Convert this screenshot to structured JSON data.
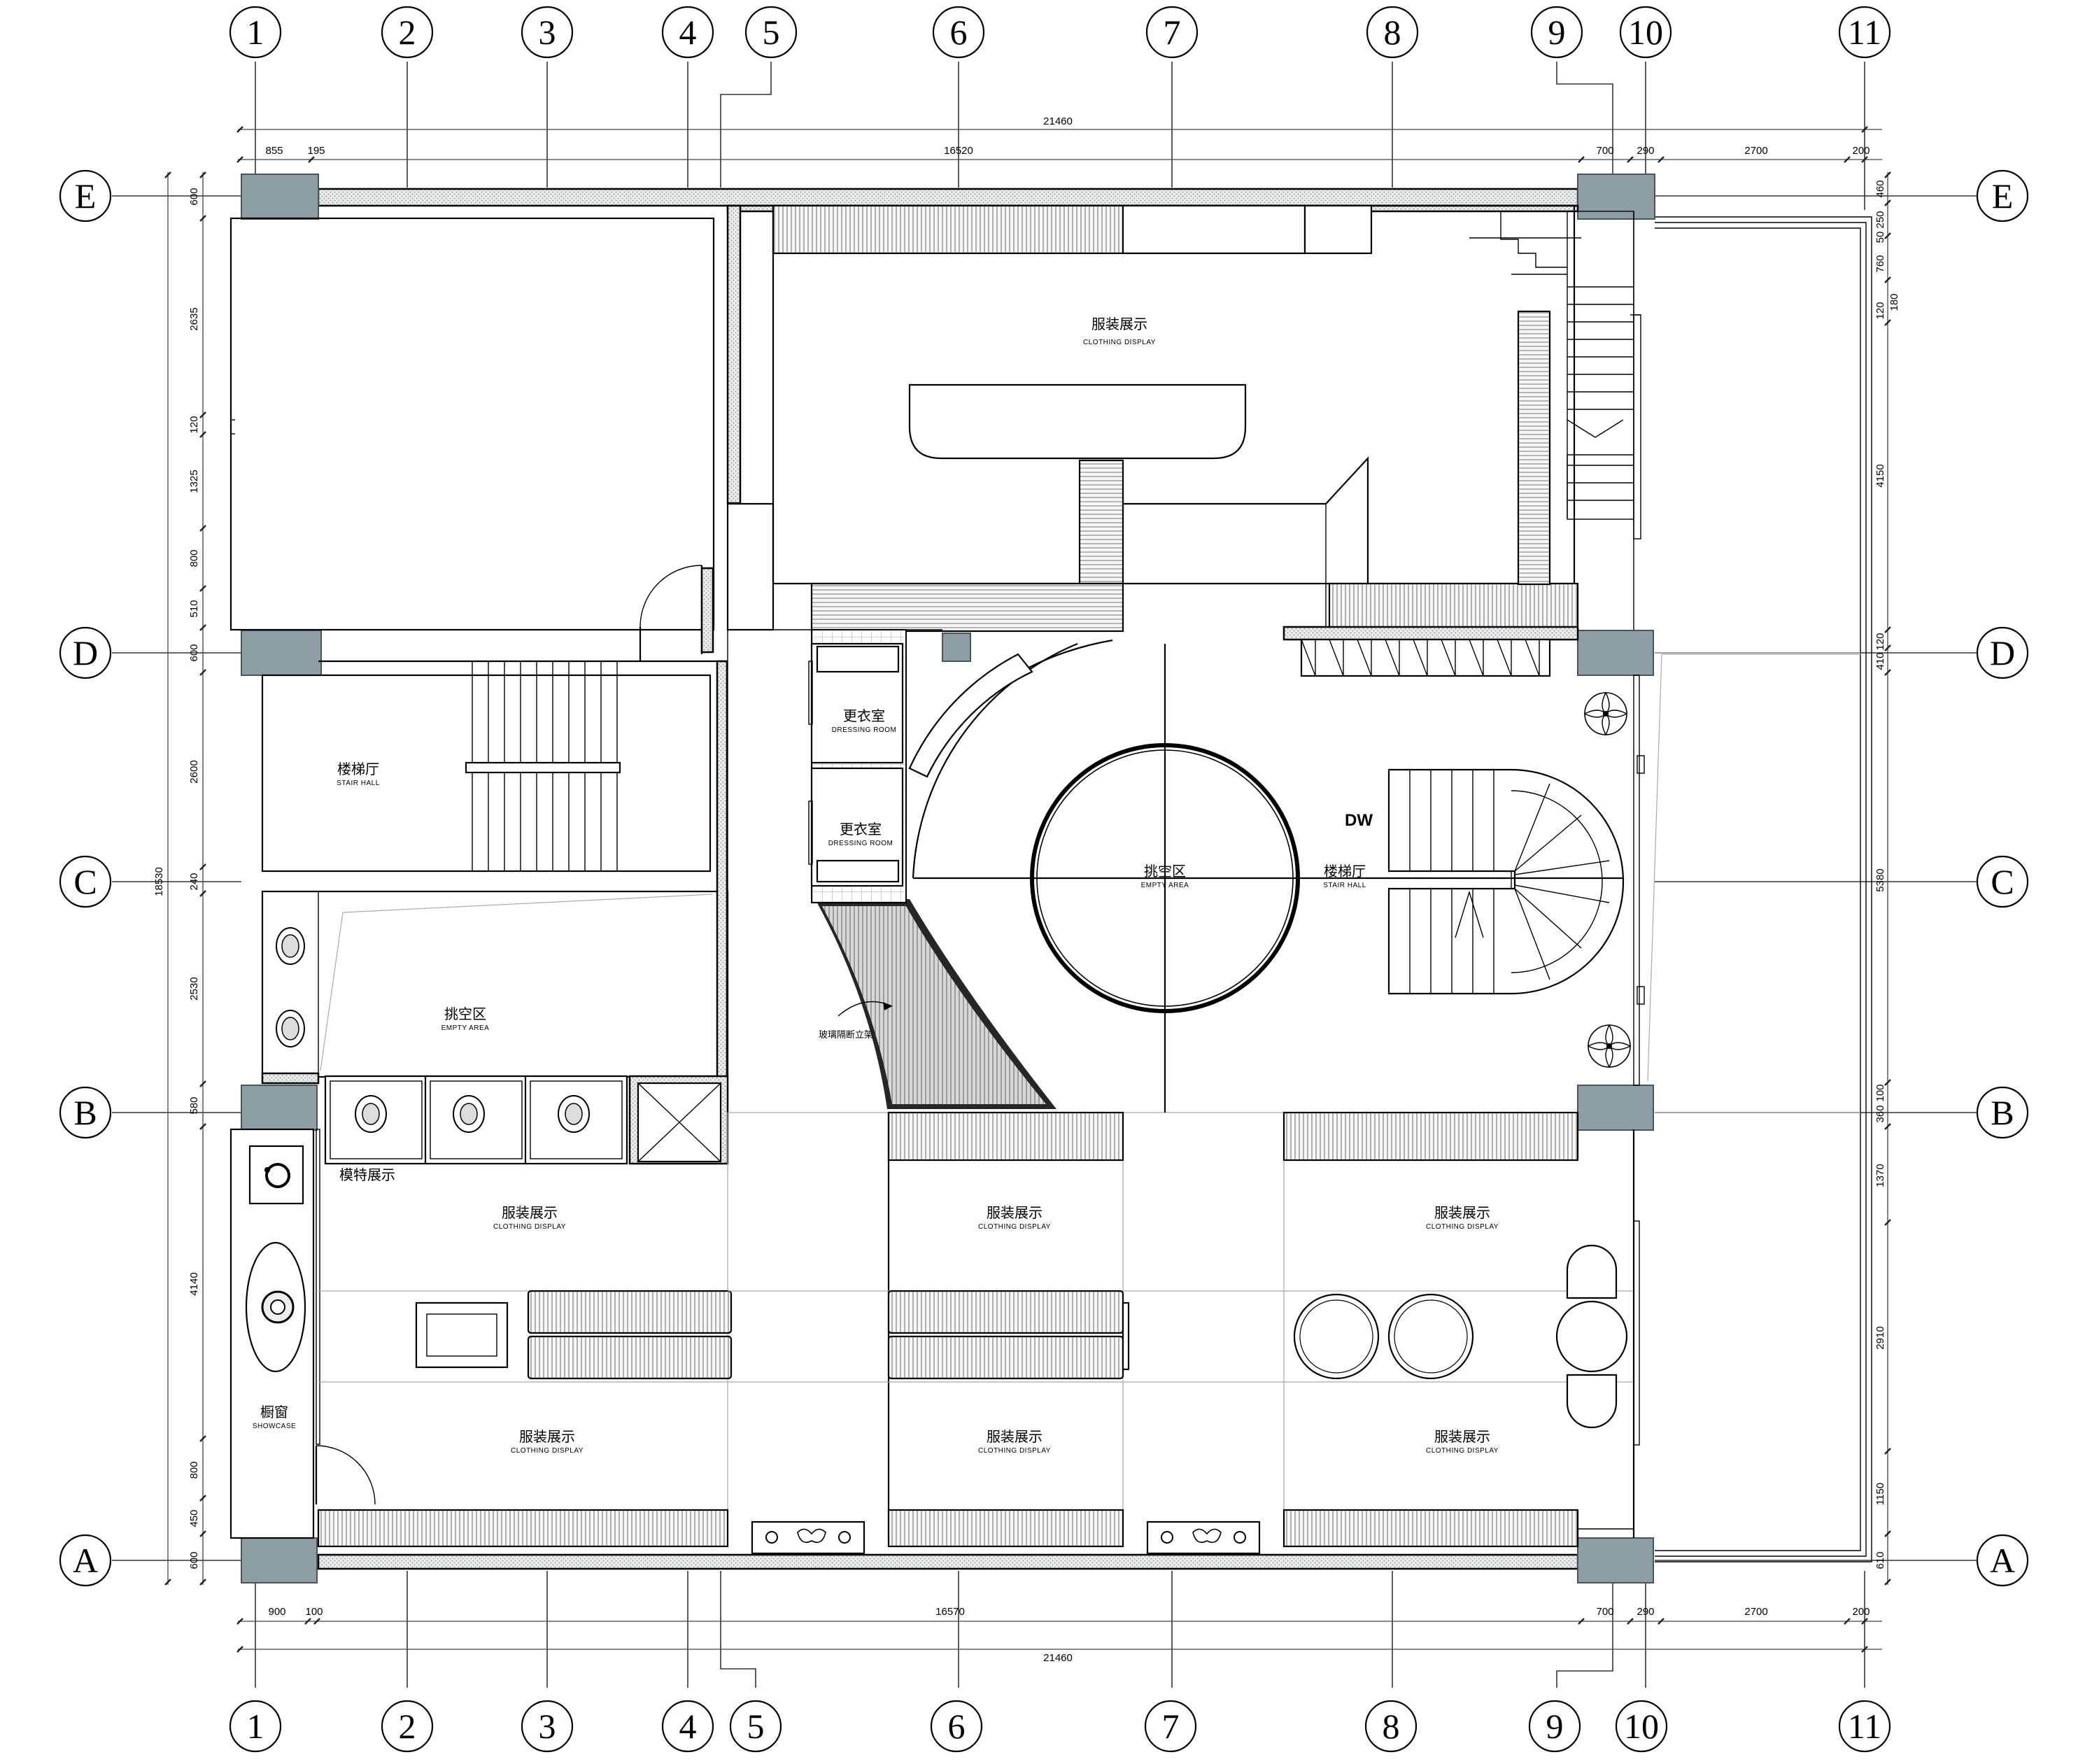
{
  "grid": {
    "columns": [
      "1",
      "2",
      "3",
      "4",
      "5",
      "6",
      "7",
      "8",
      "9",
      "10",
      "11"
    ],
    "rows": [
      "E",
      "D",
      "C",
      "B",
      "A"
    ]
  },
  "dimensions": {
    "top_total": "21460",
    "top_segments": [
      "855",
      "195",
      "16520",
      "700",
      "290",
      "2700",
      "200"
    ],
    "bottom_total": "21460",
    "bottom_segments": [
      "900",
      "100",
      "16570",
      "700",
      "290",
      "2700",
      "200"
    ],
    "left_total": "18530",
    "left_segments": [
      "600",
      "2635",
      "120",
      "1325",
      "800",
      "510",
      "600",
      "2600",
      "240",
      "2530",
      "580",
      "4140",
      "800",
      "450",
      "600"
    ],
    "right_segments": [
      "460",
      "250",
      "50",
      "760",
      "120",
      "180",
      "4150",
      "120",
      "410",
      "5380",
      "100",
      "360",
      "1370",
      "2910",
      "1150",
      "610"
    ]
  },
  "rooms": {
    "clothing_display_cn": "服装展示",
    "clothing_display_en": "CLOTHING DISPLAY",
    "dressing_room_cn": "更衣室",
    "dressing_room_en": "DRESSING ROOM",
    "stair_hall_cn": "楼梯厅",
    "stair_hall_en": "STAIR HALL",
    "empty_area_cn": "挑空区",
    "empty_area_en": "EMPTY AREA",
    "model_display_cn": "模特展示",
    "showcase_cn": "橱窗",
    "showcase_en": "SHOWCASE",
    "glass_partition_cn": "玻璃隔断立架",
    "dw": "DW"
  }
}
